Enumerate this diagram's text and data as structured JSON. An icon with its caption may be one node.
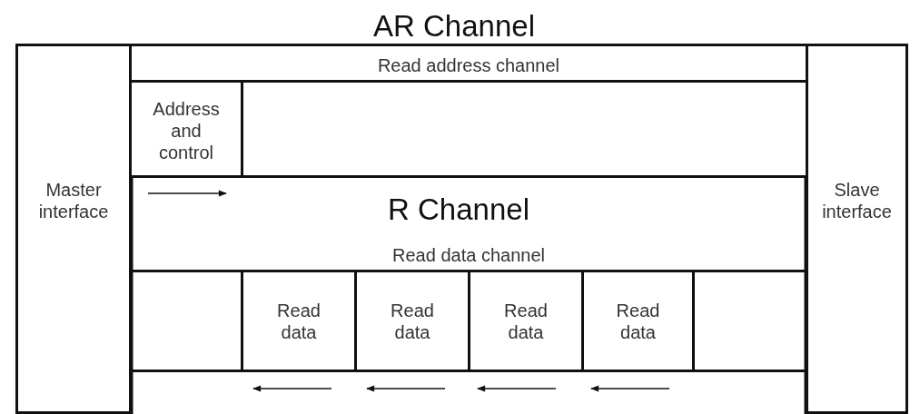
{
  "diagram": {
    "nodes": [
      {
        "text": [
          "Master interface"
        ]
      },
      {
        "text": [
          "Read address channel"
        ]
      },
      {
        "text": [
          "Address and control"
        ],
        "in": 1
      },
      {
        "text": [
          "Read data channel"
        ]
      },
      {
        "text": [],
        "shape": "box",
        "in": 3
      },
      {
        "text": [
          "Read data"
        ],
        "in": 3
      },
      {
        "text": [
          "Read data"
        ],
        "in": 3
      },
      {
        "text": [
          "Read data"
        ],
        "in": 3
      },
      {
        "text": [
          "Read data"
        ],
        "in": 3
      },
      {
        "text": [],
        "shape": "box",
        "in": 3
      },
      {
        "text": [
          "Slave interface"
        ]
      }
    ],
    "labels": [
      "AR Channel",
      "R Channel"
    ]
  }
}
